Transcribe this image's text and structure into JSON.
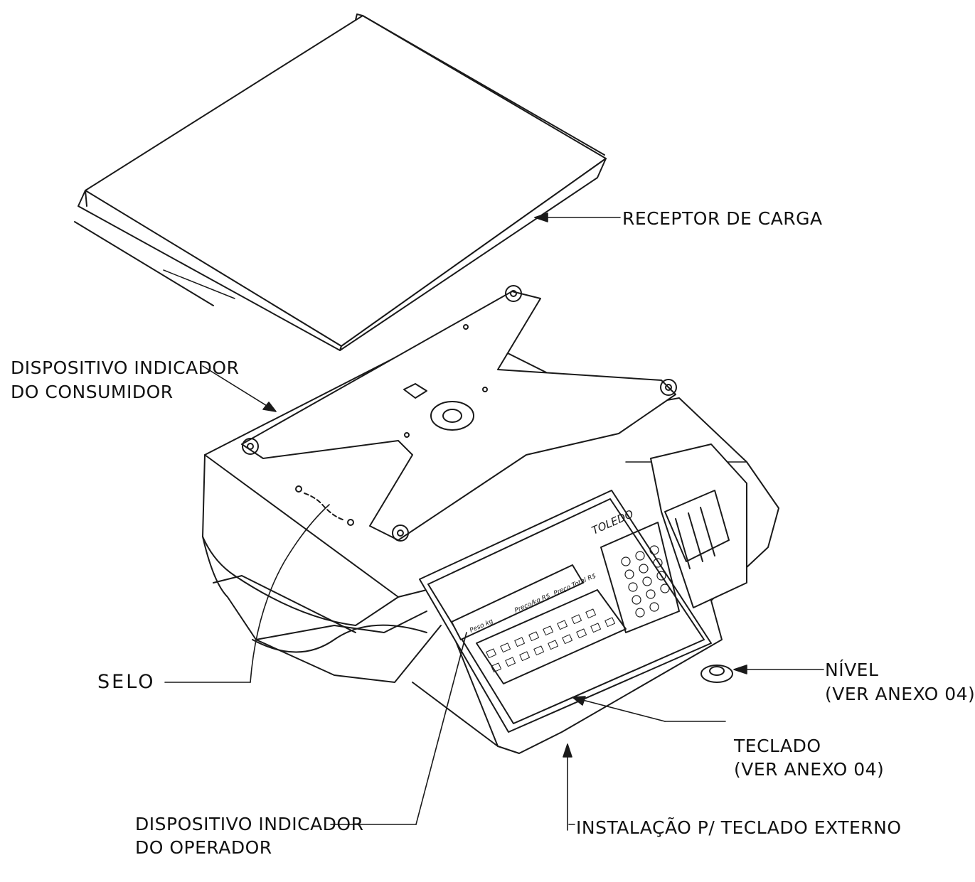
{
  "labels": {
    "receptor": "RECEPTOR DE CARGA",
    "consumidor_l1": "DISPOSITIVO INDICADOR",
    "consumidor_l2": "DO CONSUMIDOR",
    "selo": "SELO",
    "nivel_l1": "NÍVEL",
    "nivel_l2": "(VER ANEXO 04)",
    "teclado_l1": "TECLADO",
    "teclado_l2": "(VER ANEXO 04)",
    "operador_l1": "DISPOSITIVO INDICADOR",
    "operador_l2": "DO OPERADOR",
    "instalacao": "INSTALAÇÃO P/ TECLADO EXTERNO"
  },
  "display": {
    "brand": "TOLEDO",
    "peso": "Peso kg",
    "preco": "Preço/kg R$",
    "total": "Preço Total R$"
  },
  "colors": {
    "line": "#1a1a1a",
    "background": "#ffffff"
  }
}
